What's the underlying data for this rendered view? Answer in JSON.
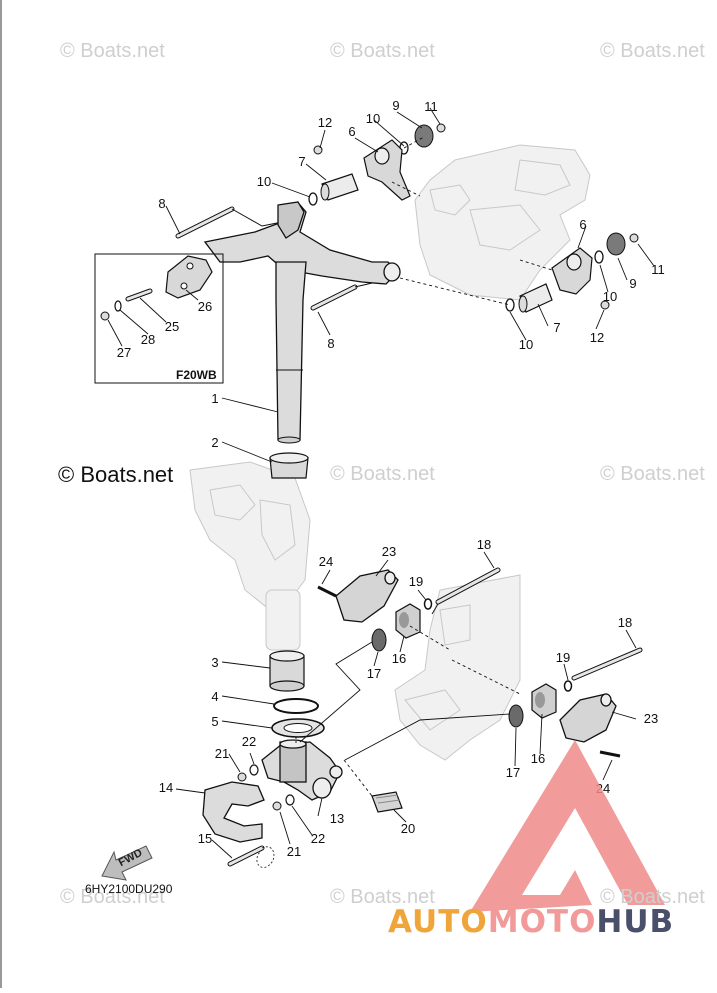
{
  "diagram": {
    "watermark_text": "© Boats.net",
    "main_watermark_text": "© Boats.net",
    "inset_label": "F20WB",
    "drawing_code": "6HY2100DU290",
    "fwd_label": "FWD",
    "brand": {
      "part1": "AUTO",
      "part2": "MOTO",
      "part3": "HUB"
    },
    "callouts": [
      "1",
      "2",
      "3",
      "4",
      "5",
      "6",
      "6",
      "7",
      "7",
      "8",
      "8",
      "9",
      "9",
      "10",
      "10",
      "10",
      "10",
      "11",
      "11",
      "12",
      "12",
      "13",
      "14",
      "15",
      "16",
      "16",
      "17",
      "17",
      "18",
      "18",
      "19",
      "19",
      "20",
      "21",
      "21",
      "22",
      "22",
      "23",
      "23",
      "24",
      "24",
      "25",
      "26",
      "27",
      "28"
    ],
    "colors": {
      "line": "#111111",
      "part_fill": "#dcdcdc",
      "ghost_fill": "#f1f1f1",
      "ghost_stroke": "#c8c8c8",
      "logo_red": "#f08a8a"
    }
  }
}
